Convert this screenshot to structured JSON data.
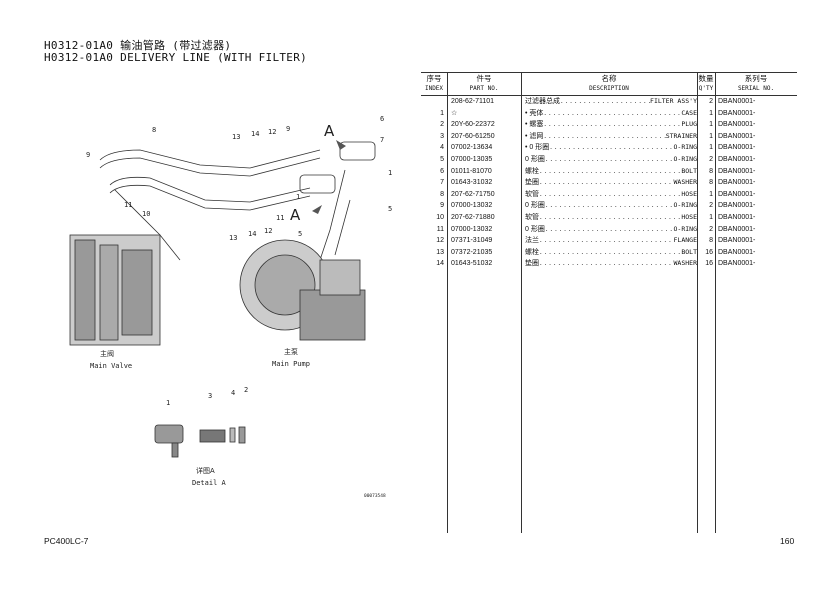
{
  "title": {
    "line1": "H0312-01A0 输油管路 (带过滤器)",
    "line2": "H0312-01A0 DELIVERY LINE (WITH FILTER)"
  },
  "table": {
    "headers": {
      "index": {
        "zh": "序号",
        "en": "INDEX"
      },
      "part_no": {
        "zh": "件号",
        "en": "PART NO."
      },
      "description": {
        "zh": "名称",
        "en": "DESCRIPTION"
      },
      "qty": {
        "zh": "数量",
        "en": "Q'TY"
      },
      "serial": {
        "zh": "系列号",
        "en": "SERIAL NO."
      }
    },
    "rows": [
      {
        "index": "",
        "part_no": "208-62-71101",
        "zh": "过滤器总成",
        "en": "FILTER ASS'Y",
        "qty": "2",
        "serial": "DBAN0001-"
      },
      {
        "index": "1",
        "part_no": "☆",
        "zh": "• 壳体",
        "en": "CASE",
        "qty": "1",
        "serial": "DBAN0001-"
      },
      {
        "index": "2",
        "part_no": "20Y-60-22372",
        "zh": "• 螺塞",
        "en": "PLUG",
        "qty": "1",
        "serial": "DBAN0001-"
      },
      {
        "index": "3",
        "part_no": "207-60-61250",
        "zh": "• 滤网",
        "en": "STRAINER",
        "qty": "1",
        "serial": "DBAN0001-"
      },
      {
        "index": "4",
        "part_no": "07002-13634",
        "zh": "• 0 形圈",
        "en": "O-RING",
        "qty": "1",
        "serial": "DBAN0001-"
      },
      {
        "index": "5",
        "part_no": "07000-13035",
        "zh": "0 形圈",
        "en": "O-RING",
        "qty": "2",
        "serial": "DBAN0001-"
      },
      {
        "index": "6",
        "part_no": "01011-81070",
        "zh": "螺栓",
        "en": "BOLT",
        "qty": "8",
        "serial": "DBAN0001-"
      },
      {
        "index": "7",
        "part_no": "01643-31032",
        "zh": "垫圈",
        "en": "WASHER",
        "qty": "8",
        "serial": "DBAN0001-"
      },
      {
        "index": "8",
        "part_no": "207-62-71750",
        "zh": "软管",
        "en": "HOSE",
        "qty": "1",
        "serial": "DBAN0001-"
      },
      {
        "index": "9",
        "part_no": "07000-13032",
        "zh": "0 形圈",
        "en": "O-RING",
        "qty": "2",
        "serial": "DBAN0001-"
      },
      {
        "index": "10",
        "part_no": "207-62-71880",
        "zh": "软管",
        "en": "HOSE",
        "qty": "1",
        "serial": "DBAN0001-"
      },
      {
        "index": "11",
        "part_no": "07000-13032",
        "zh": "0 形圈",
        "en": "O-RING",
        "qty": "2",
        "serial": "DBAN0001-"
      },
      {
        "index": "12",
        "part_no": "07371-31049",
        "zh": "法兰",
        "en": "FLANGE",
        "qty": "8",
        "serial": "DBAN0001-"
      },
      {
        "index": "13",
        "part_no": "07372-21035",
        "zh": "螺栓",
        "en": "BOLT",
        "qty": "16",
        "serial": "DBAN0001-"
      },
      {
        "index": "14",
        "part_no": "01643-51032",
        "zh": "垫圈",
        "en": "WASHER",
        "qty": "16",
        "serial": "DBAN0001-"
      }
    ]
  },
  "drawing": {
    "main_valve": {
      "zh": "主阀",
      "en": "Main Valve"
    },
    "main_pump": {
      "zh": "主泵",
      "en": "Main Pump"
    },
    "detail": {
      "zh": "详图A",
      "en": "Detail A"
    },
    "view_marker": "A",
    "drawing_number": "00073548",
    "callouts": [
      "8",
      "9",
      "11",
      "10",
      "13",
      "14",
      "12",
      "9",
      "6",
      "7",
      "1",
      "5",
      "11",
      "13",
      "14",
      "12",
      "1",
      "5",
      "1",
      "3",
      "4",
      "2"
    ]
  },
  "footer": {
    "model": "PC400LC-7",
    "page": "160"
  }
}
